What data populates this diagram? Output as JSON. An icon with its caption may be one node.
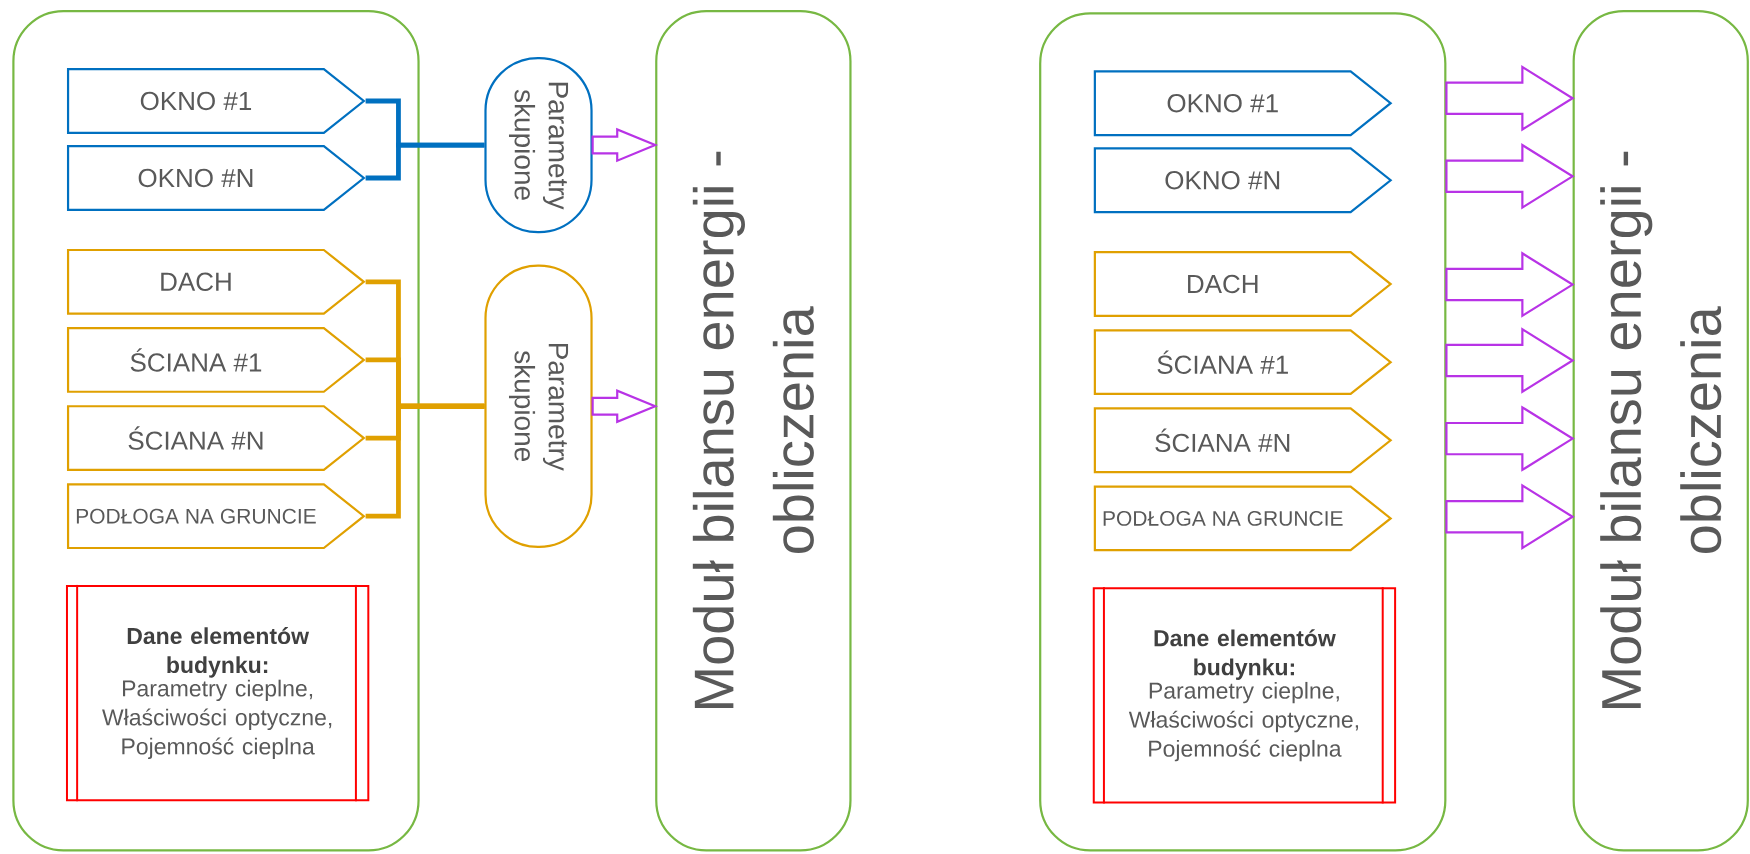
{
  "diagram": {
    "nodes": [
      {
        "text": [],
        "shape": "box"
      },
      {
        "text": [
          "OKNO #1"
        ],
        "in": 0
      },
      {
        "text": [
          "OKNO #N"
        ],
        "in": 0
      },
      {
        "text": [
          "DACH"
        ],
        "in": 0
      },
      {
        "text": [
          "ŚCIANA #1"
        ],
        "in": 0
      },
      {
        "text": [
          "ŚCIANA #N"
        ],
        "in": 0
      },
      {
        "text": [
          "PODŁOGA NA GRUNCIE"
        ],
        "in": 0
      },
      {
        "text": [
          "Dane elementów budynku:",
          "Parametry cieplne, Właściwości optyczne, Pojemność cieplna"
        ],
        "in": 0
      },
      {
        "text": [
          "Parametry skupione"
        ]
      },
      {
        "text": [
          "Parametry skupione"
        ]
      },
      {
        "text": [
          "Moduł bilansu energii - obliczenia"
        ]
      },
      {
        "text": [],
        "shape": "box"
      },
      {
        "text": [
          "OKNO #1"
        ],
        "in": 11
      },
      {
        "text": [
          "OKNO #N"
        ],
        "in": 11
      },
      {
        "text": [
          "DACH"
        ],
        "in": 11
      },
      {
        "text": [
          "ŚCIANA #1"
        ],
        "in": 11
      },
      {
        "text": [
          "ŚCIANA #N"
        ],
        "in": 11
      },
      {
        "text": [
          "PODŁOGA NA GRUNCIE"
        ],
        "in": 11
      },
      {
        "text": [
          "Dane elementów budynku:",
          "Parametry cieplne, Właściwości optyczne, Pojemność cieplna"
        ],
        "in": 11
      },
      {
        "text": [
          "Moduł bilansu energii - obliczenia"
        ]
      }
    ],
    "edges": [
      {
        "from": 1,
        "to": 8,
        "arrow": "none",
        "color": "#0070c0"
      },
      {
        "from": 2,
        "to": 8,
        "arrow": "none",
        "color": "#0070c0"
      },
      {
        "from": 3,
        "to": 9,
        "arrow": "none",
        "color": "#e0a000"
      },
      {
        "from": 4,
        "to": 9,
        "arrow": "none",
        "color": "#e0a000"
      },
      {
        "from": 5,
        "to": 9,
        "arrow": "none",
        "color": "#e0a000"
      },
      {
        "from": 6,
        "to": 9,
        "arrow": "none",
        "color": "#e0a000"
      },
      {
        "from": 8,
        "to": 10,
        "arrow": "to"
      },
      {
        "from": 9,
        "to": 10,
        "arrow": "to"
      },
      {
        "from": 11,
        "to": 19,
        "arrow": "to"
      },
      {
        "from": 11,
        "to": 19,
        "arrow": "to"
      },
      {
        "from": 11,
        "to": 19,
        "arrow": "to"
      },
      {
        "from": 11,
        "to": 19,
        "arrow": "to"
      },
      {
        "from": 11,
        "to": 19,
        "arrow": "to"
      },
      {
        "from": 11,
        "to": 19,
        "arrow": "to"
      }
    ]
  }
}
